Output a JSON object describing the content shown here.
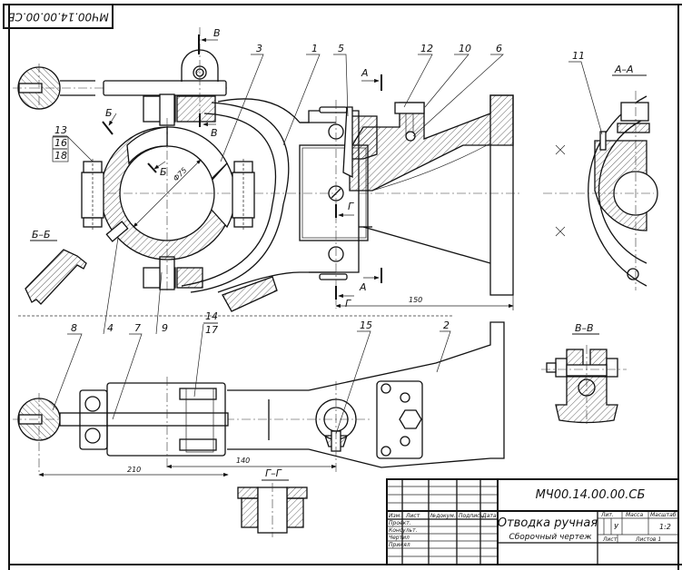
{
  "drawing": {
    "designation_rotated": "МЧ00.14.00.00.СБ",
    "title_block": {
      "designation": "МЧ00.14.00.00.СБ",
      "name": "Отводка ручная",
      "doc_type": "Сборочный чертеж",
      "columns": {
        "izm": "Изм.",
        "list": "Лист",
        "ndokum": "№докум.",
        "podpis": "Подпись",
        "data": "Дата"
      },
      "rows": [
        "Проект.",
        "Консульт.",
        "Чертил",
        "Принял"
      ],
      "lit_label": "Лит.",
      "lit_value": "У",
      "massa_label": "Масса",
      "massa_value": "",
      "masshtab_label": "Масштаб",
      "masshtab_value": "1:2",
      "list_label": "Лист",
      "listov_label": "Листов 1"
    },
    "section_labels": {
      "aa": "А–А",
      "bb": "Б–Б",
      "vv": "В–В",
      "gg": "Г–Г",
      "a": "А",
      "b": "Б",
      "v": "В",
      "g": "Г"
    },
    "part_numbers": {
      "p1": "1",
      "p2": "2",
      "p3": "3",
      "p4": "4",
      "p5": "5",
      "p6": "6",
      "p7": "7",
      "p8": "8",
      "p9": "9",
      "p10": "10",
      "p11": "11",
      "p12": "12",
      "p13": "13",
      "p14": "14",
      "p15": "15",
      "p16": "16",
      "p17": "17",
      "p18": "18"
    },
    "dimensions": {
      "diameter": "Ф75",
      "d150": "150",
      "d210": "210",
      "d140": "140"
    }
  }
}
